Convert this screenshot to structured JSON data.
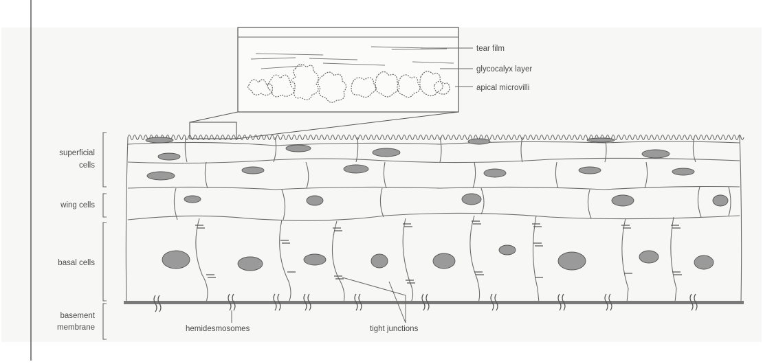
{
  "diagram": {
    "inset_labels": {
      "tear_film": "tear film",
      "glycocalyx": "glycocalyx layer",
      "microvilli": "apical microvilli"
    },
    "layer_labels": {
      "superficial_line1": "superficial",
      "superficial_line2": "cells",
      "wing": "wing cells",
      "basal": "basal cells",
      "basement_line1": "basement",
      "basement_line2": "membrane"
    },
    "bottom_labels": {
      "hemidesmosomes": "hemidesmosomes",
      "tight_junctions": "tight junctions"
    },
    "colors": {
      "line": "#6b6b6b",
      "nucleus": "#9a9a9a",
      "membrane": "#7a7a7a",
      "paper": "#f7f7f5"
    }
  }
}
